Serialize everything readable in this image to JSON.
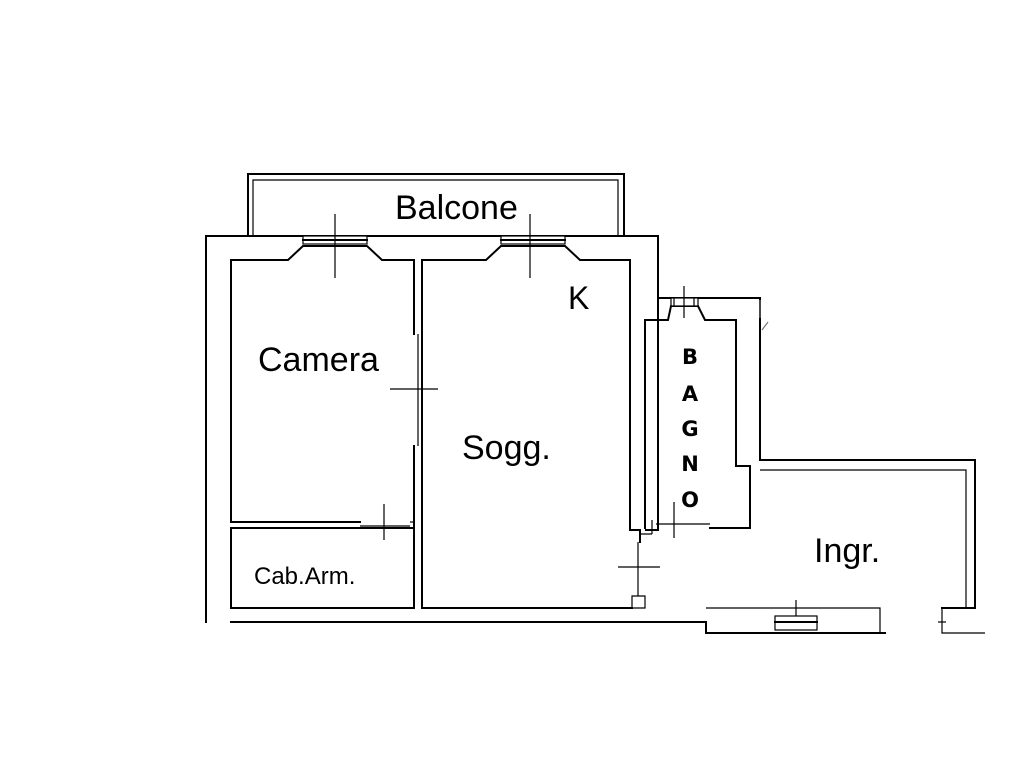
{
  "rooms": {
    "balcone": "Balcone",
    "kitchen": "K",
    "camera": "Camera",
    "soggiorno": "Sogg.",
    "bagno_letters": [
      "B",
      "A",
      "G",
      "N",
      "O"
    ],
    "ingresso": "Ingr.",
    "cabina_armadio": "Cab.Arm."
  },
  "colors": {
    "line": "#000000",
    "background": "#ffffff"
  }
}
